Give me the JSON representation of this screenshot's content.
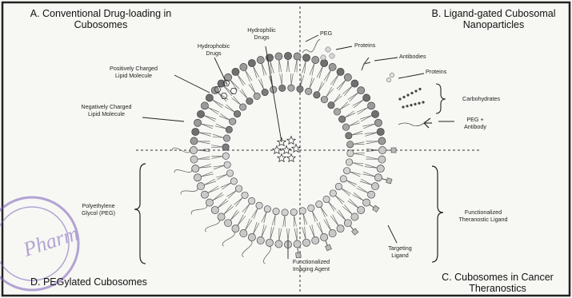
{
  "quadrants": {
    "a": "A. Conventional Drug-loading in\nCubosomes",
    "b": "B. Ligand-gated Cubosomal\nNanoparticles",
    "c": "C. Cubosomes in Cancer\nTheranostics",
    "d": "D. PEGylated Cubosomes"
  },
  "labels": {
    "hydrophilic_drugs": "Hydrophilic\nDrugs",
    "hydrophobic_drugs": "Hydrophobic\nDrugs",
    "positively_charged": "Positively Charged\nLipid Molecule",
    "negatively_charged": "Negatively Charged\nLipid Molecule",
    "peg": "PEG",
    "proteins_top": "Proteins",
    "antibodies": "Antibodies",
    "proteins_right": "Proteins",
    "carbohydrates": "Carbohydrates",
    "peg_antibody": "PEG +\nAntibody",
    "polyethylene_glycol": "Polyethylene\nGlycol (PEG)",
    "functionalized_ligand": "Functionalized\nTheranostic Ligand",
    "targeting_ligand": "Targeting\nLigand",
    "imaging_agent": "Functionalized\nImaging Agent"
  },
  "stamp_text": "Pharm"
}
